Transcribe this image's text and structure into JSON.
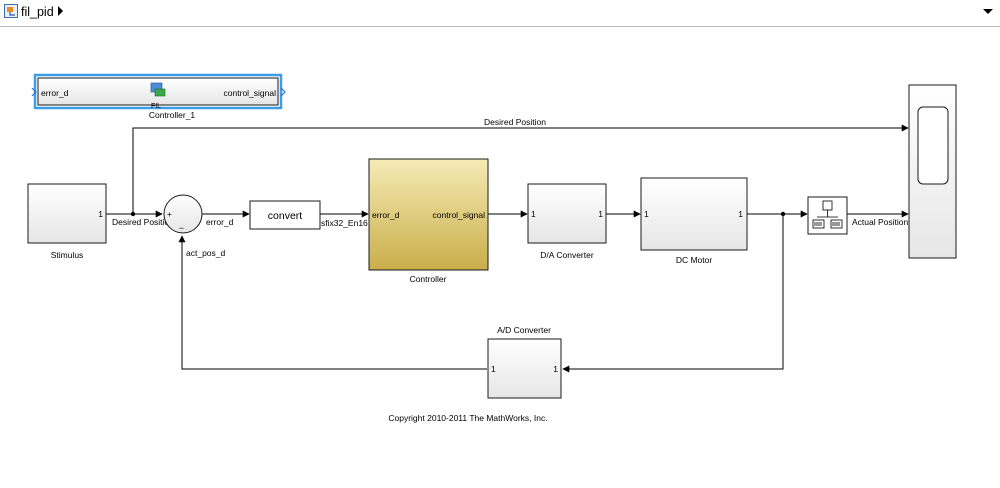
{
  "breadcrumb": {
    "model_name": "fil_pid"
  },
  "blocks": {
    "fil": {
      "in_port": "error_d",
      "out_port": "control_signal",
      "icon_text": "FIL",
      "name": "Controller_1"
    },
    "stimulus": {
      "name": "Stimulus",
      "out_port": "1"
    },
    "sum": {
      "plus": "+",
      "minus": "−"
    },
    "convert": {
      "label": "convert"
    },
    "controller": {
      "in_port": "error_d",
      "out_port": "control_signal",
      "name": "Controller"
    },
    "da": {
      "name": "D/A Converter",
      "in_port": "1",
      "out_port": "1"
    },
    "motor": {
      "name": "DC Motor",
      "in_port": "1",
      "out_port": "1"
    },
    "ad": {
      "name": "A/D Converter",
      "in_port": "1",
      "out_port": "1"
    }
  },
  "signals": {
    "desired_top": "Desired Position",
    "desired_left": "Desired Position",
    "error": "error_d",
    "fixed": "sfix32_En16",
    "act_pos": "act_pos_d",
    "actual": "Actual Position"
  },
  "copyright": "Copyright 2010-2011 The MathWorks, Inc.",
  "colors": {
    "controller_fill": "#e2cf7c",
    "selection": "#3c9ee8"
  }
}
